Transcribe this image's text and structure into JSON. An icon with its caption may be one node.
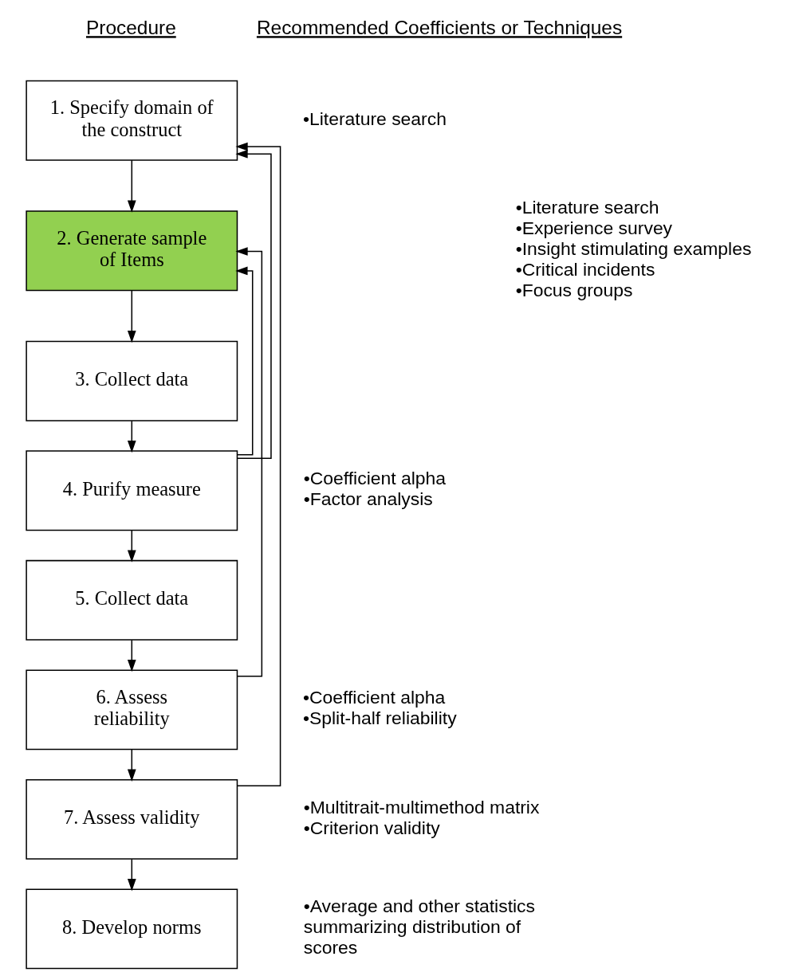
{
  "diagram": {
    "nodes": [
      {
        "text": [
          "1. Specify domain of the construct"
        ],
        "beside": [
          "•Literature search"
        ]
      },
      {
        "text": [
          "2. Generate sample of Items"
        ],
        "beside": [
          "•Literature search",
          "•Experience survey",
          "•Insight stimulating examples",
          "•Critical incidents",
          "•Focus groups"
        ]
      },
      {
        "text": [
          "3. Collect data"
        ]
      },
      {
        "text": [
          "4. Purify measure"
        ],
        "beside": [
          "•Coefficient alpha",
          "•Factor analysis"
        ]
      },
      {
        "text": [
          "5. Collect data"
        ]
      },
      {
        "text": [
          "6. Assess reliability"
        ],
        "beside": [
          "•Coefficient alpha",
          "•Split-half reliability"
        ]
      },
      {
        "text": [
          "7. Assess validity"
        ],
        "beside": [
          "•Multitrait-multimethod matrix",
          "•Criterion validity"
        ]
      },
      {
        "text": [
          "8. Develop norms"
        ],
        "beside": [
          "•Average and other statistics summarizing distribution of scores"
        ]
      }
    ],
    "edges": [
      {
        "from": 0,
        "to": 1,
        "arrow": "to"
      },
      {
        "from": 1,
        "to": 2,
        "arrow": "to"
      },
      {
        "from": 2,
        "to": 3,
        "arrow": "to"
      },
      {
        "from": 3,
        "to": 4,
        "arrow": "to"
      },
      {
        "from": 4,
        "to": 5,
        "arrow": "to"
      },
      {
        "from": 5,
        "to": 6,
        "arrow": "to"
      },
      {
        "from": 6,
        "to": 7,
        "arrow": "to"
      },
      {
        "from": 3,
        "to": 1,
        "arrow": "to"
      },
      {
        "from": 3,
        "to": 0,
        "arrow": "to"
      },
      {
        "from": 5,
        "to": 1,
        "arrow": "to"
      },
      {
        "from": 6,
        "to": 0,
        "arrow": "to"
      }
    ],
    "labels": [
      "Procedure",
      "Recommended Coefficients or Techniques"
    ]
  }
}
